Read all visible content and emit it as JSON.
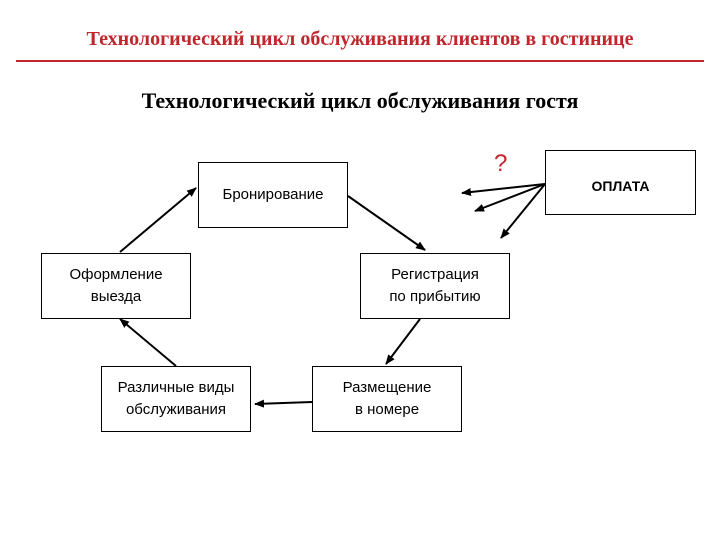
{
  "header": {
    "title": "Технологический цикл обслуживания клиентов в гостинице"
  },
  "diagram": {
    "title": "Технологический цикл обслуживания гостя",
    "nodes": {
      "booking": "Бронирование",
      "checkin": "Регистрация\nпо прибытию",
      "placement": "Размещение\nв номере",
      "services": "Различные виды\nобслуживания",
      "checkout": "Оформление\nвыезда",
      "payment": "ОПЛАТА"
    },
    "question_mark": "?",
    "colors": {
      "accent": "#c0272d",
      "line": "#000000"
    }
  }
}
